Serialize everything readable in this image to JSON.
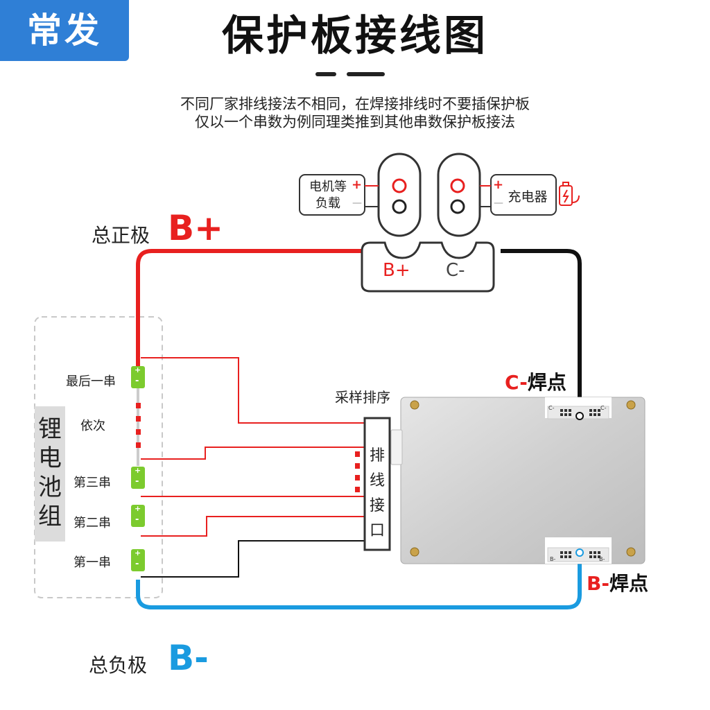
{
  "brand": "常发",
  "title": "保护板接线图",
  "subtitle_lines": [
    "不同厂家排线接法不相同，在焊接排线时不要插保护板",
    "仅以一个串数为例同理类推到其他串数保护板接法"
  ],
  "load": {
    "line1": "电机等",
    "line2": "负载",
    "plus": "+",
    "minus": "—"
  },
  "charger": {
    "label": "充电器",
    "plus": "+",
    "minus": "—"
  },
  "terminals": {
    "b_plus": "B+",
    "c_minus": "C-"
  },
  "total_positive": {
    "text": "总正极",
    "symbol": "B+"
  },
  "total_negative": {
    "text": "总负极",
    "symbol": "B-"
  },
  "pack_label": [
    "锂",
    "电",
    "池",
    "组"
  ],
  "cells": {
    "last": "最后一串",
    "middle": "依次",
    "third": "第三串",
    "second": "第二串",
    "first": "第一串",
    "plus": "+",
    "minus": "-"
  },
  "sampling_order": "采样排序",
  "connector_label": [
    "排",
    "线",
    "接",
    "口"
  ],
  "c_solder": {
    "symbol": "C-",
    "text": "焊点"
  },
  "b_solder": {
    "symbol": "B-",
    "text": "焊点"
  },
  "pad_labels": {
    "c_left": "C-",
    "c_right": "C-",
    "b_left": "B-",
    "b_right": "B-"
  },
  "colors": {
    "red": "#e8201f",
    "blue": "#1a9be0",
    "black": "#111111",
    "cell": "#7ccb2e",
    "brand": "#2f7fd6"
  }
}
